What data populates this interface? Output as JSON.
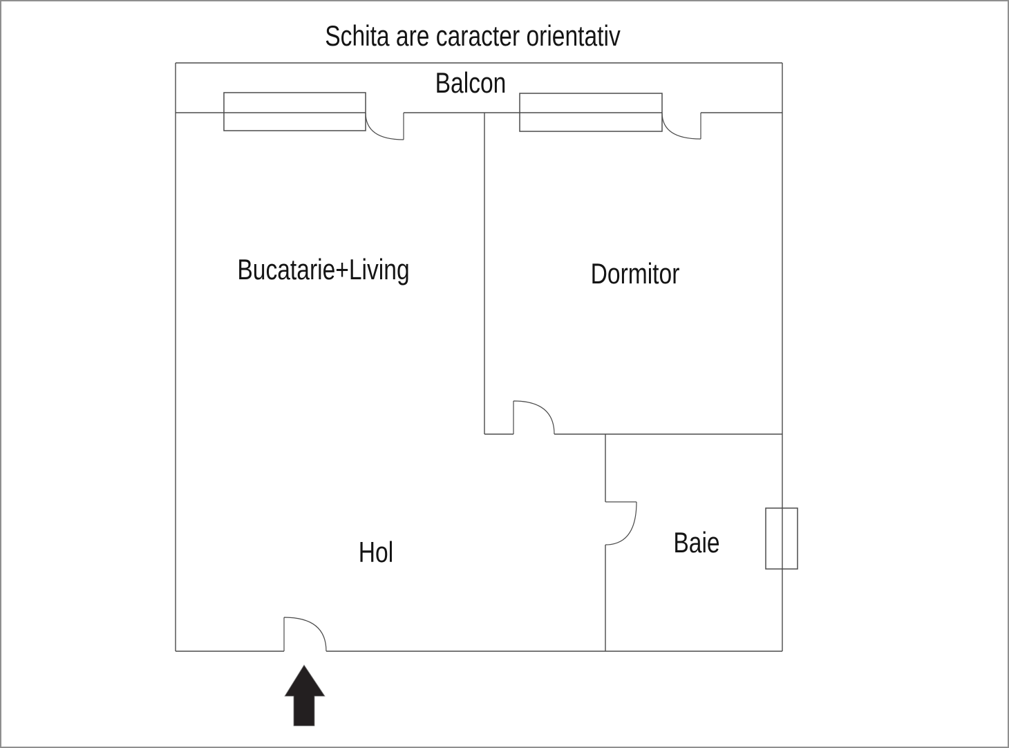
{
  "title": "Schita are caracter orientativ",
  "colors": {
    "background": "#ffffff",
    "page_border": "#8f8f8f",
    "wall": "#4a4a4a",
    "text": "#141414",
    "arrow_fill": "#231f20"
  },
  "floor_plan": {
    "rooms": [
      {
        "id": "balcon",
        "label": "Balcon"
      },
      {
        "id": "bucatarie-living",
        "label": "Bucatarie+Living"
      },
      {
        "id": "dormitor",
        "label": "Dormitor"
      },
      {
        "id": "hol",
        "label": "Hol"
      },
      {
        "id": "baie",
        "label": "Baie"
      }
    ],
    "icons": {
      "entrance_arrow": "filled-up-arrow"
    }
  }
}
